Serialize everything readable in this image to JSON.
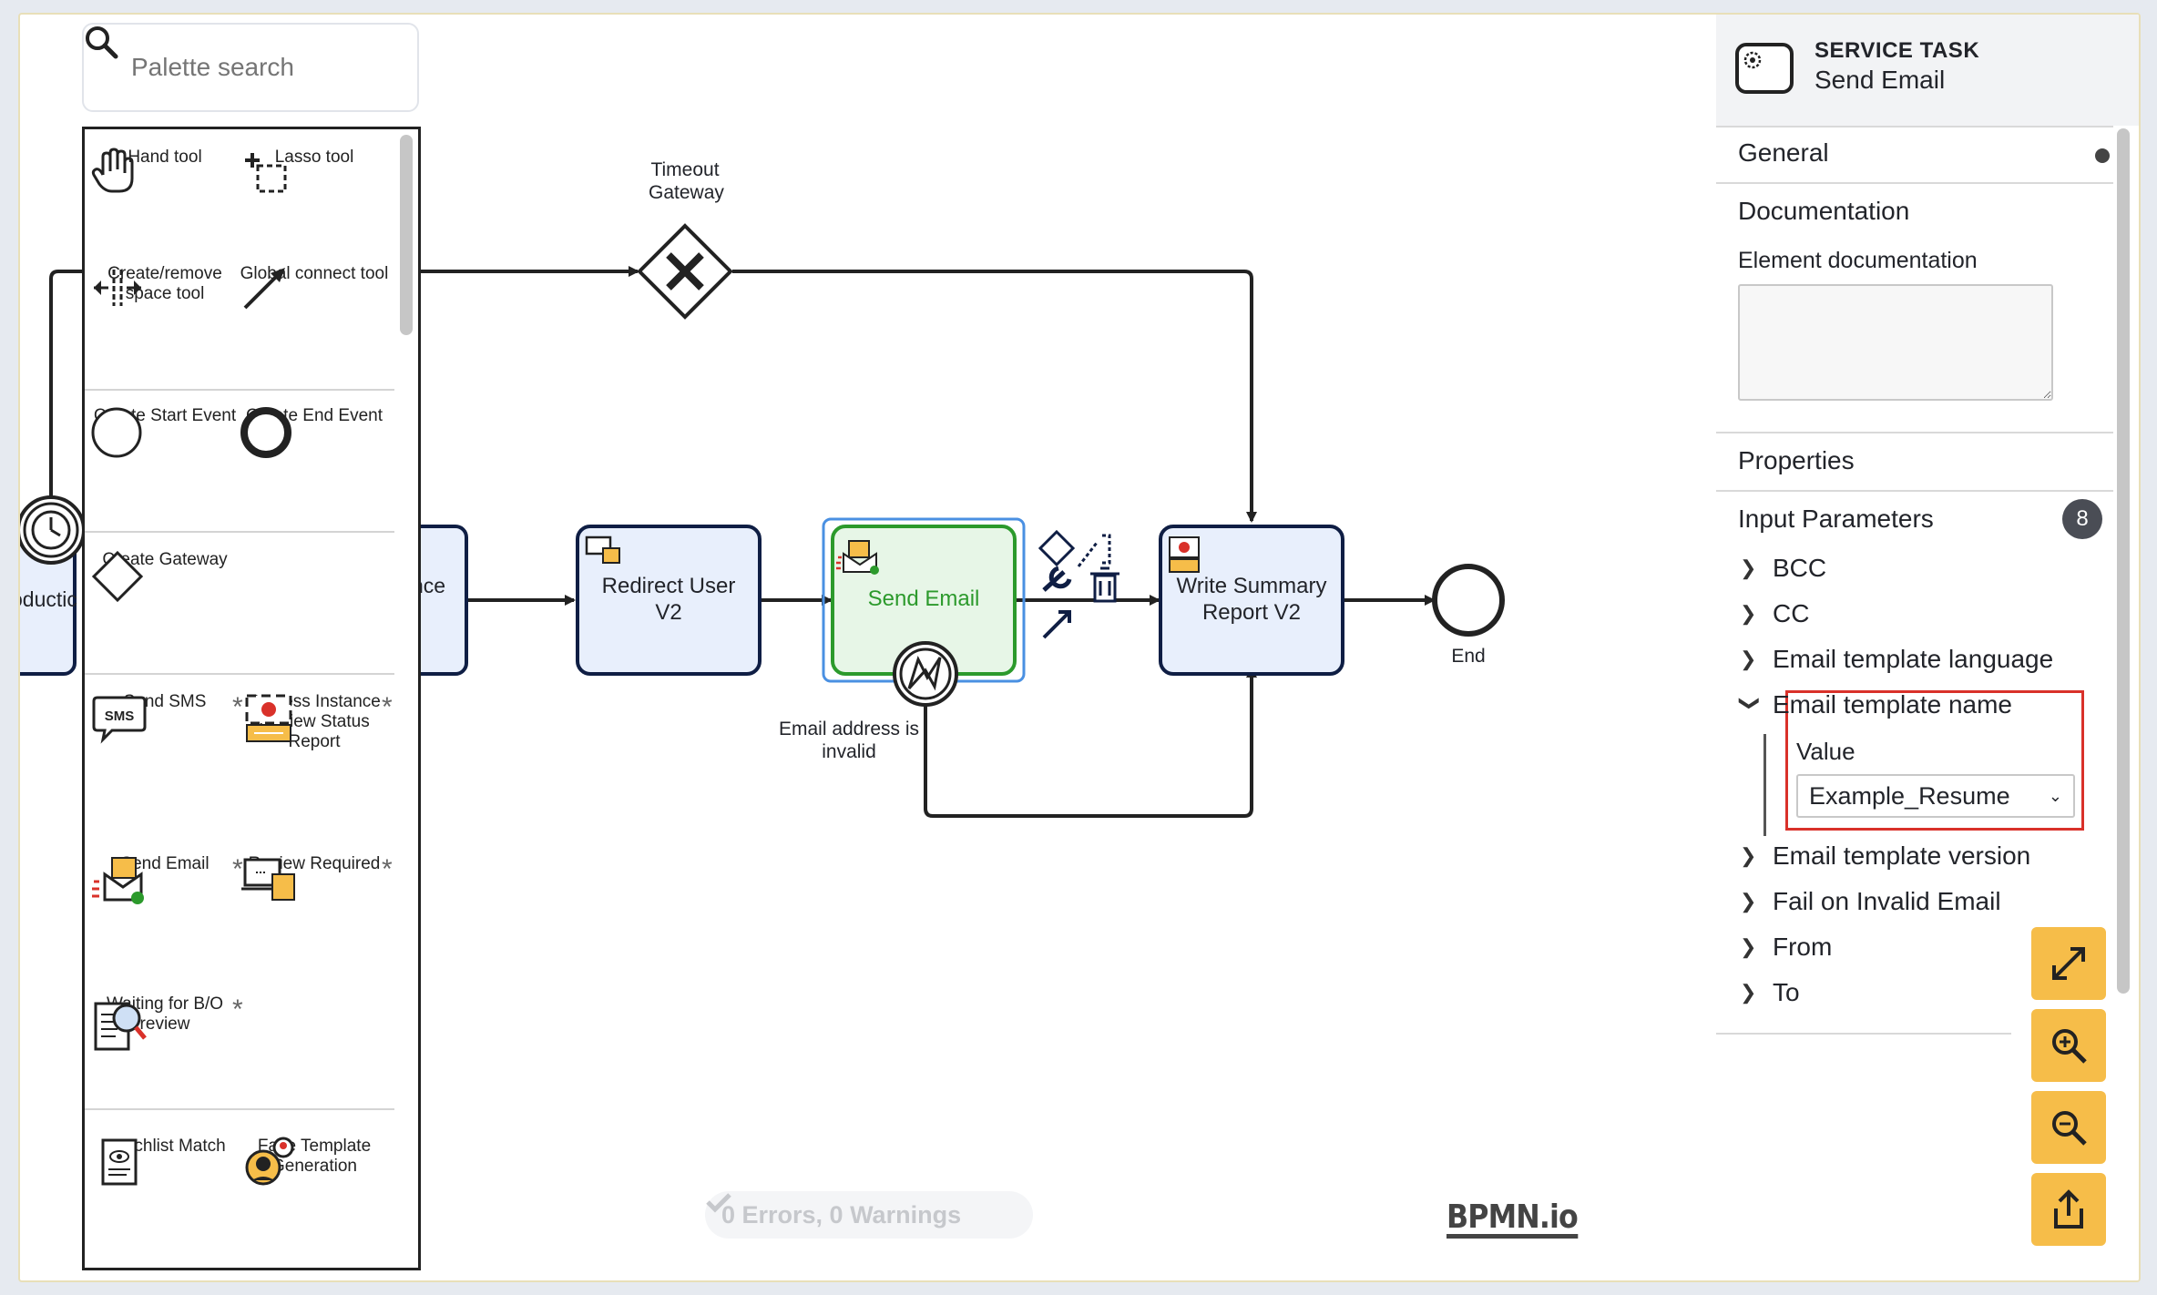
{
  "search": {
    "placeholder": "Palette search"
  },
  "palette": {
    "tools": [
      {
        "label": "Hand tool"
      },
      {
        "label": "Lasso tool"
      },
      {
        "label": "Create/remove space tool"
      },
      {
        "label": "Global connect tool"
      }
    ],
    "events": [
      {
        "label": "Create Start Event"
      },
      {
        "label": "Create End Event"
      }
    ],
    "gateways": [
      {
        "label": "Create Gateway"
      }
    ],
    "tasks": [
      {
        "label": "Send SMS"
      },
      {
        "label": "Process Instance Review Status Report"
      },
      {
        "label": "Send Email"
      },
      {
        "label": "Review Required"
      },
      {
        "label": "Waiting for B/O review"
      },
      {
        "label": "Watchlist Match"
      },
      {
        "label": "Face Template Generation"
      }
    ],
    "star": "*"
  },
  "diagram": {
    "timeout_gateway_label": "Timeout Gateway",
    "left_task_fragment": "oductic",
    "second_task_fragment": "nce",
    "redirect_task": "Redirect User V2",
    "send_email_task": "Send Email",
    "write_summary_task": "Write Summary Report V2",
    "end_label": "End",
    "error_label": "Email address is invalid"
  },
  "status": {
    "text": "0 Errors, 0 Warnings"
  },
  "logo": {
    "text": "BPMN.io"
  },
  "properties": {
    "type": "SERVICE TASK",
    "name": "Send Email",
    "general_title": "General",
    "documentation_title": "Documentation",
    "element_documentation_label": "Element documentation",
    "element_documentation_value": "",
    "properties_title": "Properties",
    "input_parameters_title": "Input Parameters",
    "input_parameters_count": "8",
    "params": [
      {
        "label": "BCC"
      },
      {
        "label": "CC"
      },
      {
        "label": "Email template language"
      }
    ],
    "expanded_param": {
      "label": "Email template name",
      "value_label": "Value",
      "value": "Example_Resume"
    },
    "params_after": [
      {
        "label": "Email template version"
      },
      {
        "label": "Fail on Invalid Email"
      },
      {
        "label": "From"
      },
      {
        "label": "To"
      }
    ]
  },
  "colors": {
    "accent_yellow": "#f6bd49",
    "task_fill": "#e8effc",
    "task_stroke": "#0f1e44",
    "selected_fill": "#e7f6e7",
    "selected_stroke": "#2c9a2c",
    "selection_outline": "#4a90e2",
    "highlight_red": "#d9312a"
  }
}
